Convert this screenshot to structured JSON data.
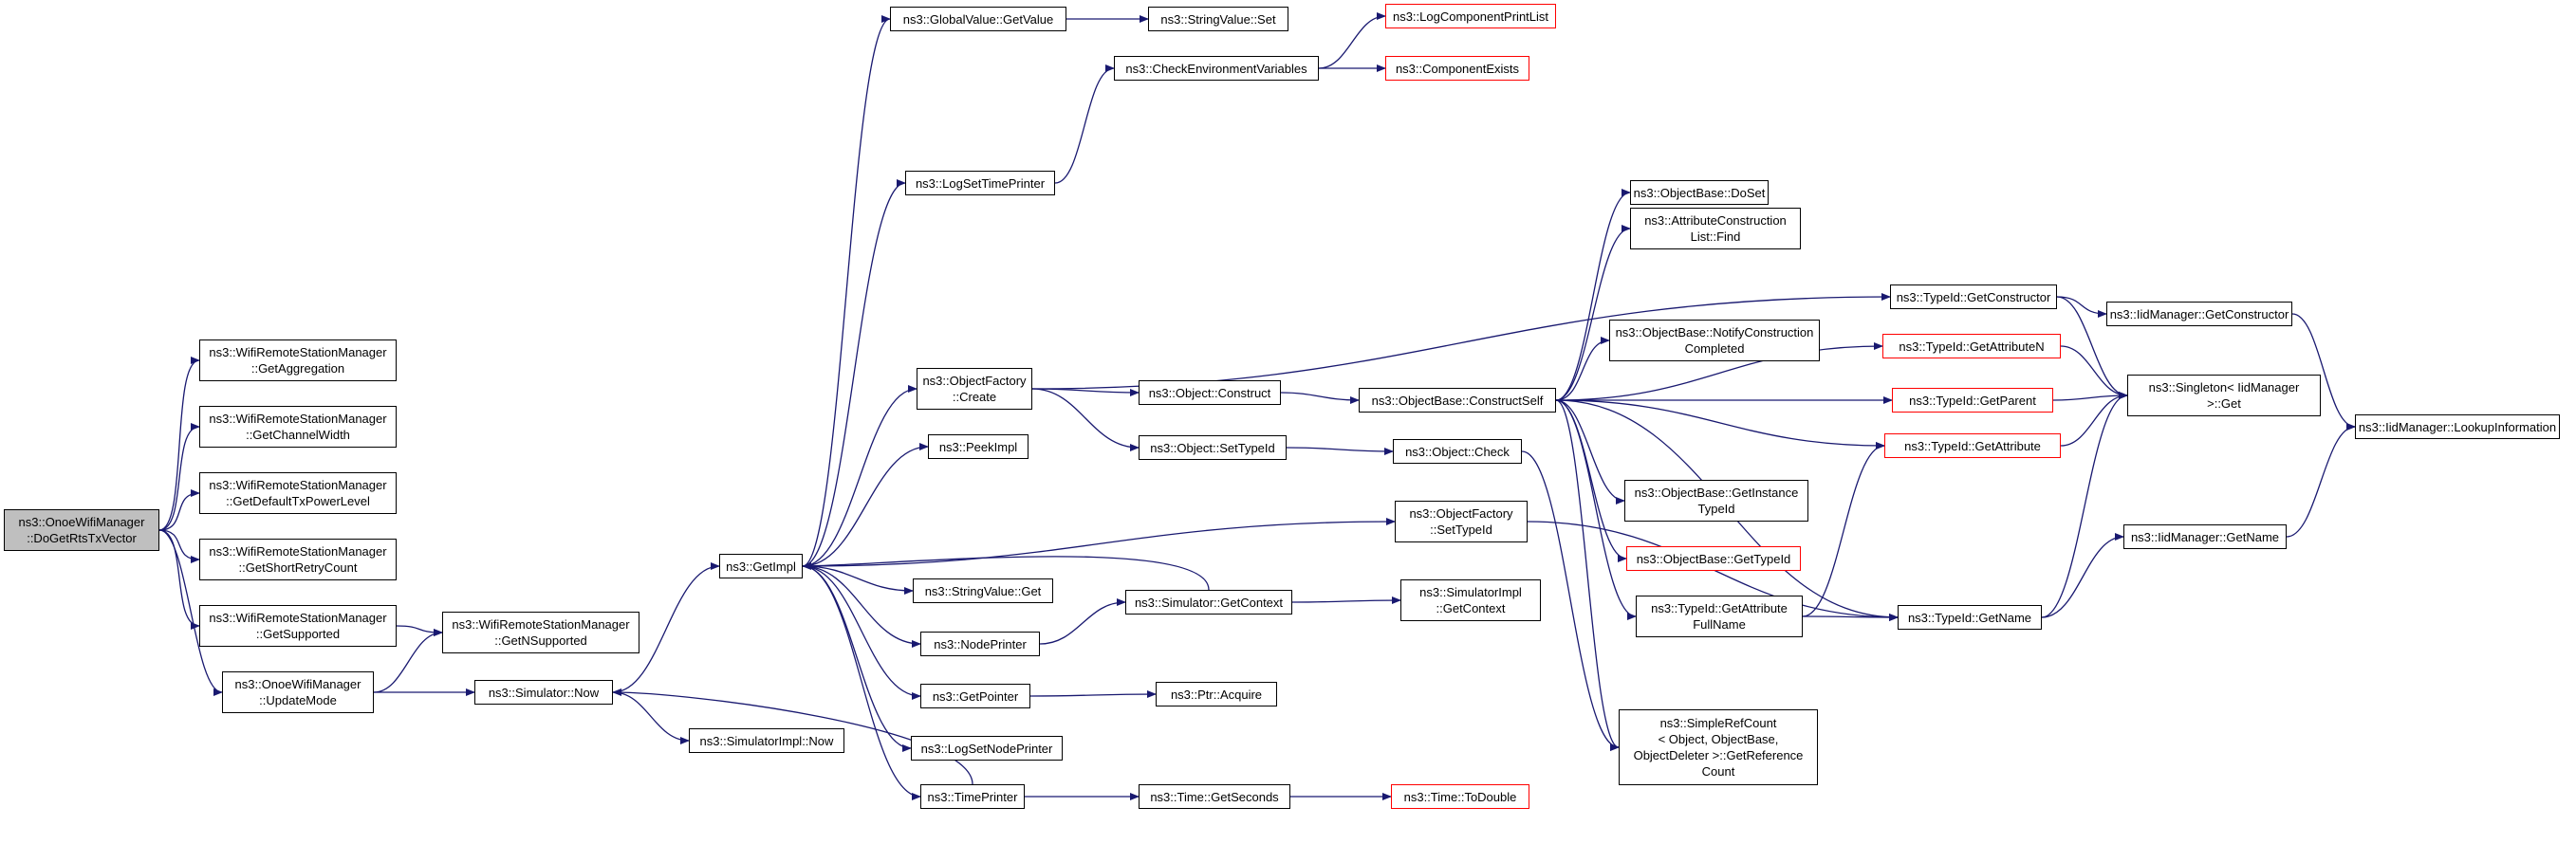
{
  "colors": {
    "edge": "#191970",
    "node_border": "#000000",
    "node_border_incomplete": "#ff0000",
    "root_fill": "#bfbfbf",
    "background": "#ffffff"
  },
  "nodes": [
    {
      "id": "n0",
      "lines": [
        "ns3::OnoeWifiManager",
        "::DoGetRtsTxVector"
      ],
      "root": true
    },
    {
      "id": "n1",
      "lines": [
        "ns3::WifiRemoteStationManager",
        "::GetAggregation"
      ]
    },
    {
      "id": "n2",
      "lines": [
        "ns3::WifiRemoteStationManager",
        "::GetChannelWidth"
      ]
    },
    {
      "id": "n3",
      "lines": [
        "ns3::WifiRemoteStationManager",
        "::GetDefaultTxPowerLevel"
      ]
    },
    {
      "id": "n4",
      "lines": [
        "ns3::WifiRemoteStationManager",
        "::GetShortRetryCount"
      ]
    },
    {
      "id": "n5",
      "lines": [
        "ns3::WifiRemoteStationManager",
        "::GetSupported"
      ]
    },
    {
      "id": "n6",
      "lines": [
        "ns3::OnoeWifiManager",
        "::UpdateMode"
      ]
    },
    {
      "id": "n7",
      "lines": [
        "ns3::WifiRemoteStationManager",
        "::GetNSupported"
      ]
    },
    {
      "id": "n8",
      "lines": [
        "ns3::Simulator::Now"
      ]
    },
    {
      "id": "n9",
      "lines": [
        "ns3::SimulatorImpl::Now"
      ]
    },
    {
      "id": "n10",
      "lines": [
        "ns3::GetImpl"
      ]
    },
    {
      "id": "n11",
      "lines": [
        "ns3::GlobalValue::GetValue"
      ]
    },
    {
      "id": "n12",
      "lines": [
        "ns3::StringValue::Set"
      ]
    },
    {
      "id": "n13",
      "lines": [
        "ns3::LogComponentPrintList"
      ],
      "incomplete": true
    },
    {
      "id": "n14",
      "lines": [
        "ns3::CheckEnvironmentVariables"
      ]
    },
    {
      "id": "n15",
      "lines": [
        "ns3::ComponentExists"
      ],
      "incomplete": true
    },
    {
      "id": "n16",
      "lines": [
        "ns3::LogSetTimePrinter"
      ]
    },
    {
      "id": "n17",
      "lines": [
        "ns3::ObjectFactory",
        "::Create"
      ]
    },
    {
      "id": "n18",
      "lines": [
        "ns3::PeekImpl"
      ]
    },
    {
      "id": "n19",
      "lines": [
        "ns3::StringValue::Get"
      ]
    },
    {
      "id": "n20",
      "lines": [
        "ns3::NodePrinter"
      ]
    },
    {
      "id": "n21",
      "lines": [
        "ns3::GetPointer"
      ]
    },
    {
      "id": "n22",
      "lines": [
        "ns3::LogSetNodePrinter"
      ]
    },
    {
      "id": "n23",
      "lines": [
        "ns3::TimePrinter"
      ]
    },
    {
      "id": "n24",
      "lines": [
        "ns3::Object::Construct"
      ]
    },
    {
      "id": "n25",
      "lines": [
        "ns3::Object::SetTypeId"
      ]
    },
    {
      "id": "n26",
      "lines": [
        "ns3::Simulator::GetContext"
      ]
    },
    {
      "id": "n27",
      "lines": [
        "ns3::Ptr::Acquire"
      ]
    },
    {
      "id": "n28",
      "lines": [
        "ns3::Time::GetSeconds"
      ]
    },
    {
      "id": "n29",
      "lines": [
        "ns3::Time::ToDouble"
      ],
      "incomplete": true
    },
    {
      "id": "n30",
      "lines": [
        "ns3::ObjectBase::ConstructSelf"
      ]
    },
    {
      "id": "n31",
      "lines": [
        "ns3::Object::Check"
      ]
    },
    {
      "id": "n32",
      "lines": [
        "ns3::ObjectFactory",
        "::SetTypeId"
      ]
    },
    {
      "id": "n33",
      "lines": [
        "ns3::SimulatorImpl",
        "::GetContext"
      ]
    },
    {
      "id": "n34",
      "lines": [
        "ns3::ObjectBase::DoSet"
      ]
    },
    {
      "id": "n35",
      "lines": [
        "ns3::AttributeConstruction",
        "List::Find"
      ]
    },
    {
      "id": "n36",
      "lines": [
        "ns3::ObjectBase::NotifyConstruction",
        "Completed"
      ]
    },
    {
      "id": "n37",
      "lines": [
        "ns3::ObjectBase::GetInstance",
        "TypeId"
      ]
    },
    {
      "id": "n38",
      "lines": [
        "ns3::ObjectBase::GetTypeId"
      ],
      "incomplete": true
    },
    {
      "id": "n39",
      "lines": [
        "ns3::TypeId::GetAttribute",
        "FullName"
      ]
    },
    {
      "id": "n40",
      "lines": [
        "ns3::SimpleRefCount",
        "< Object, ObjectBase,",
        "ObjectDeleter >::GetReference",
        "Count"
      ]
    },
    {
      "id": "n41",
      "lines": [
        "ns3::TypeId::GetConstructor"
      ]
    },
    {
      "id": "n42",
      "lines": [
        "ns3::TypeId::GetAttributeN"
      ],
      "incomplete": true
    },
    {
      "id": "n43",
      "lines": [
        "ns3::TypeId::GetParent"
      ],
      "incomplete": true
    },
    {
      "id": "n44",
      "lines": [
        "ns3::TypeId::GetAttribute"
      ],
      "incomplete": true
    },
    {
      "id": "n45",
      "lines": [
        "ns3::TypeId::GetName"
      ]
    },
    {
      "id": "n46",
      "lines": [
        "ns3::IidManager::GetConstructor"
      ]
    },
    {
      "id": "n47",
      "lines": [
        "ns3::Singleton< IidManager",
        ">::Get"
      ]
    },
    {
      "id": "n48",
      "lines": [
        "ns3::IidManager::GetName"
      ]
    },
    {
      "id": "n49",
      "lines": [
        "ns3::IidManager::LookupInformation"
      ]
    }
  ],
  "edges": [
    [
      "n0",
      "n1"
    ],
    [
      "n0",
      "n2"
    ],
    [
      "n0",
      "n3"
    ],
    [
      "n0",
      "n4"
    ],
    [
      "n0",
      "n5"
    ],
    [
      "n0",
      "n6"
    ],
    [
      "n5",
      "n7"
    ],
    [
      "n6",
      "n7"
    ],
    [
      "n6",
      "n8"
    ],
    [
      "n8",
      "n9"
    ],
    [
      "n8",
      "n10"
    ],
    [
      "n10",
      "n11"
    ],
    [
      "n10",
      "n16"
    ],
    [
      "n10",
      "n17"
    ],
    [
      "n10",
      "n18"
    ],
    [
      "n10",
      "n19"
    ],
    [
      "n10",
      "n20"
    ],
    [
      "n10",
      "n21"
    ],
    [
      "n10",
      "n22"
    ],
    [
      "n10",
      "n23"
    ],
    [
      "n10",
      "n32"
    ],
    [
      "n11",
      "n12"
    ],
    [
      "n14",
      "n13"
    ],
    [
      "n14",
      "n15"
    ],
    [
      "n16",
      "n14"
    ],
    [
      "n17",
      "n24"
    ],
    [
      "n17",
      "n25"
    ],
    [
      "n17",
      "n41"
    ],
    [
      "n20",
      "n26"
    ],
    [
      "n21",
      "n27"
    ],
    [
      "n23",
      "n8"
    ],
    [
      "n23",
      "n28"
    ],
    [
      "n26",
      "n10"
    ],
    [
      "n26",
      "n33"
    ],
    [
      "n28",
      "n29"
    ],
    [
      "n24",
      "n30"
    ],
    [
      "n25",
      "n31"
    ],
    [
      "n30",
      "n34"
    ],
    [
      "n30",
      "n35"
    ],
    [
      "n30",
      "n36"
    ],
    [
      "n30",
      "n37"
    ],
    [
      "n30",
      "n38"
    ],
    [
      "n30",
      "n39"
    ],
    [
      "n30",
      "n40"
    ],
    [
      "n30",
      "n42"
    ],
    [
      "n30",
      "n43"
    ],
    [
      "n30",
      "n44"
    ],
    [
      "n30",
      "n45"
    ],
    [
      "n31",
      "n40"
    ],
    [
      "n32",
      "n45"
    ],
    [
      "n39",
      "n44"
    ],
    [
      "n39",
      "n45"
    ],
    [
      "n41",
      "n46"
    ],
    [
      "n41",
      "n47"
    ],
    [
      "n42",
      "n47"
    ],
    [
      "n43",
      "n47"
    ],
    [
      "n44",
      "n47"
    ],
    [
      "n45",
      "n47"
    ],
    [
      "n45",
      "n48"
    ],
    [
      "n46",
      "n49"
    ],
    [
      "n48",
      "n49"
    ]
  ]
}
